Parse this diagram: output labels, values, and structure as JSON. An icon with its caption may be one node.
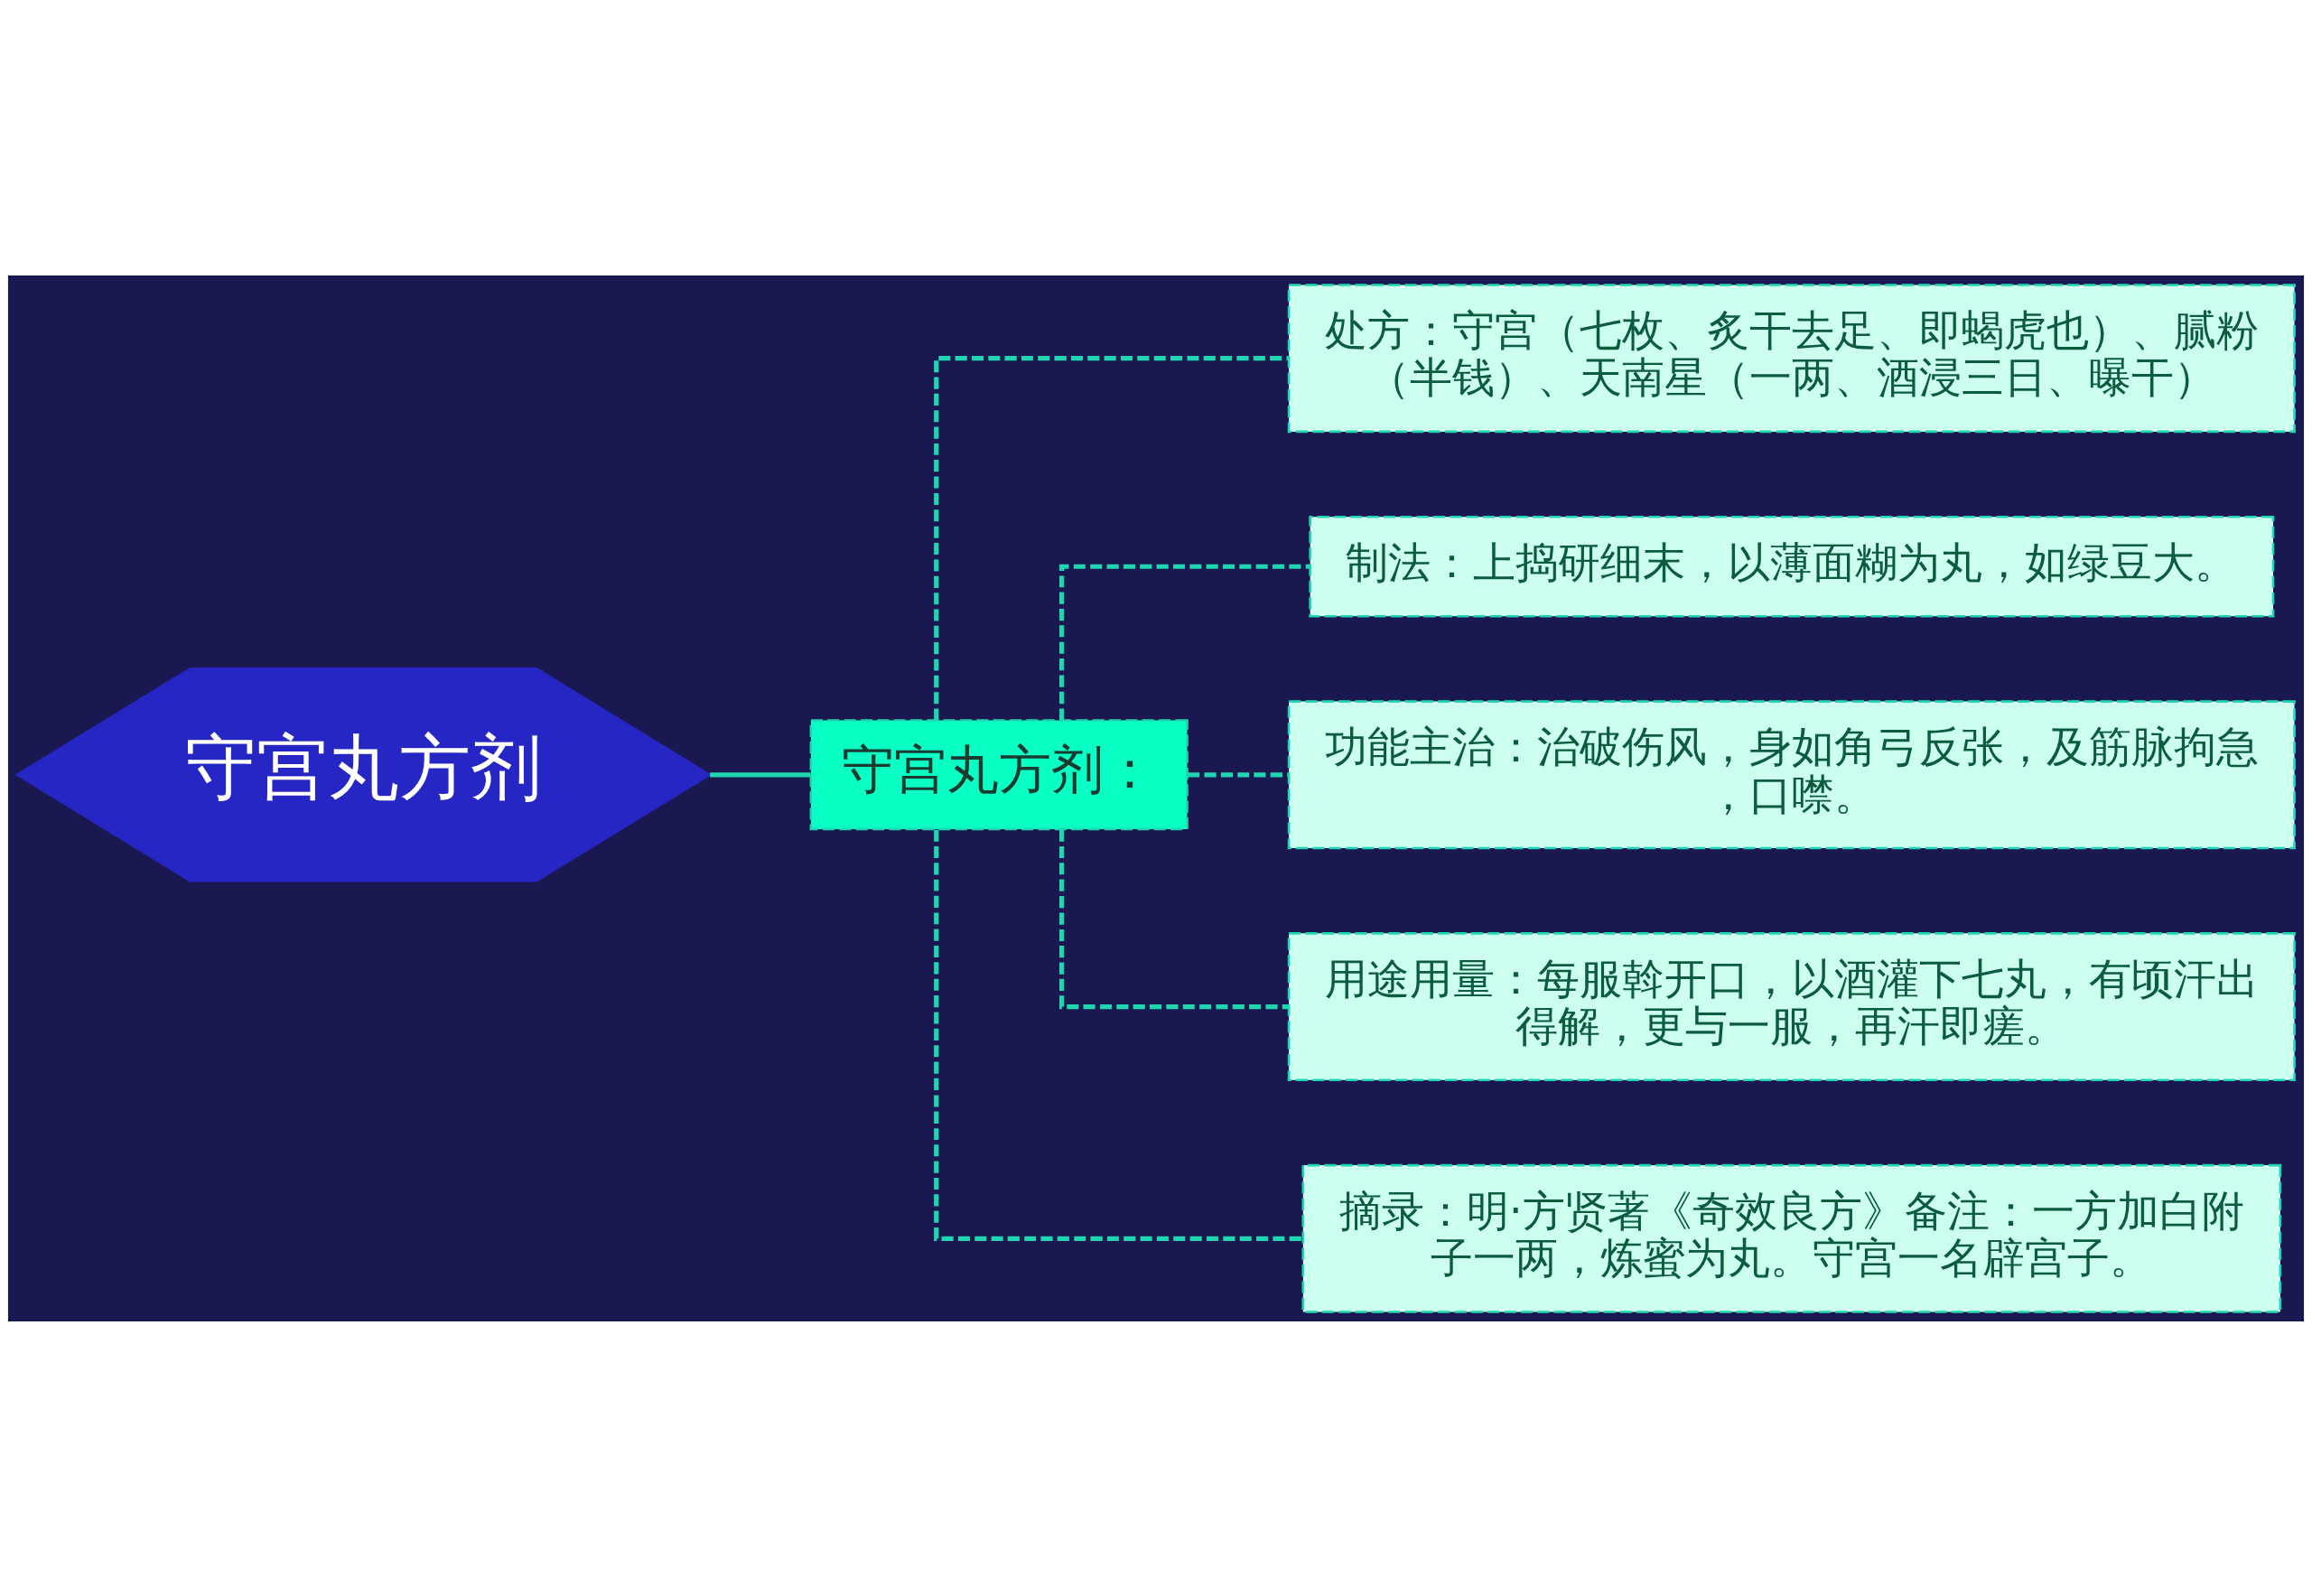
{
  "diagram": {
    "nodes": [
      {
        "text": [
          "守宫丸方剂"
        ]
      },
      {
        "text": [
          "守宫丸方剂："
        ]
      },
      {
        "text": [
          "处方：守宫（七枚、炙干去足、即蝎虎也）、腻粉（半钱）、天南星（一两、酒浸三日、曝干）"
        ]
      },
      {
        "text": [
          "制法：上捣研细末，以薄面糊为丸，如绿豆大。"
        ]
      },
      {
        "text": [
          "功能主治：治破伤风，身如角弓反张，及筋脉拘急，口噤。"
        ]
      },
      {
        "text": [
          "用途用量：每服斡开口，以酒灌下七丸，有顷汗出得解，更与一服，再汗即瘥。"
        ]
      },
      {
        "text": [
          "摘录：明·方贤著《奇效良方》备注：一方加白附子一两，炼蜜为丸。守宫一名辟宫子。"
        ]
      }
    ],
    "edges": [
      {
        "from": 0,
        "to": 1,
        "arrow": "none"
      },
      {
        "from": 1,
        "to": 2,
        "arrow": "none",
        "style": "dashed"
      },
      {
        "from": 1,
        "to": 3,
        "arrow": "none",
        "style": "dashed"
      },
      {
        "from": 1,
        "to": 4,
        "arrow": "none",
        "style": "dashed"
      },
      {
        "from": 1,
        "to": 5,
        "arrow": "none",
        "style": "dashed"
      },
      {
        "from": 1,
        "to": 6,
        "arrow": "none",
        "style": "dashed"
      }
    ]
  }
}
